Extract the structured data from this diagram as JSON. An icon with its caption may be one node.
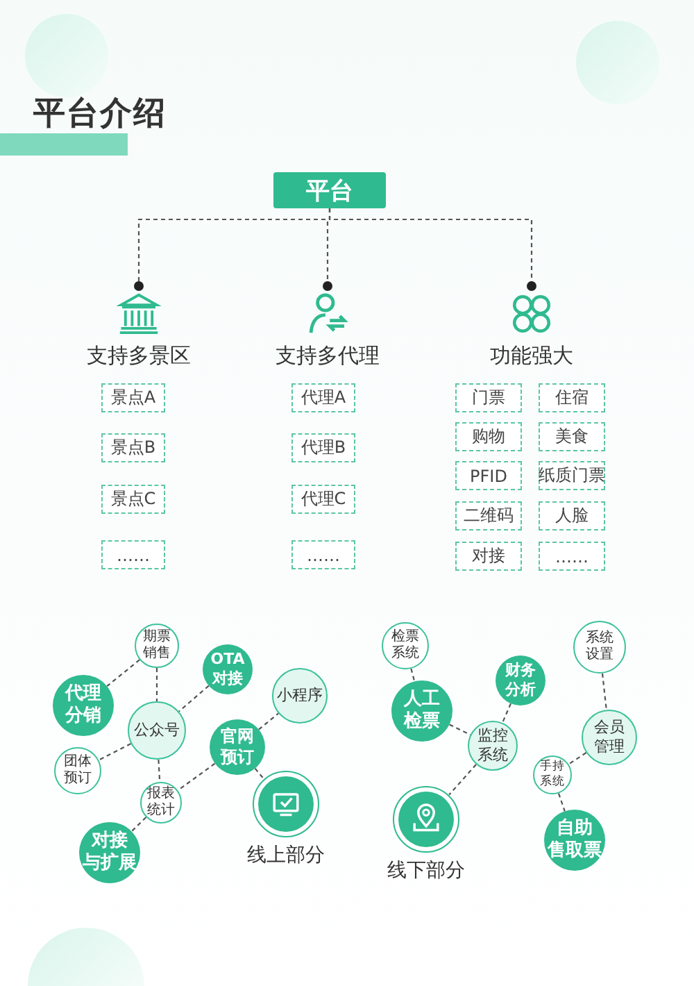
{
  "diagram": {
    "title": "平台介绍",
    "nodes": [
      {
        "text": [
          "平台"
        ]
      },
      {
        "text": [
          "支持多景区"
        ]
      },
      {
        "text": [
          "支持多代理"
        ]
      },
      {
        "text": [
          "功能强大"
        ]
      },
      {
        "text": [
          "景点A"
        ]
      },
      {
        "text": [
          "景点B"
        ]
      },
      {
        "text": [
          "景点C"
        ]
      },
      {
        "text": [
          "……"
        ]
      },
      {
        "text": [
          "代理A"
        ]
      },
      {
        "text": [
          "代理B"
        ]
      },
      {
        "text": [
          "代理C"
        ]
      },
      {
        "text": [
          "……"
        ]
      },
      {
        "text": [
          "门票"
        ]
      },
      {
        "text": [
          "住宿"
        ]
      },
      {
        "text": [
          "购物"
        ]
      },
      {
        "text": [
          "美食"
        ]
      },
      {
        "text": [
          "PFID"
        ]
      },
      {
        "text": [
          "纸质门票"
        ]
      },
      {
        "text": [
          "二维码"
        ]
      },
      {
        "text": [
          "人脸"
        ]
      },
      {
        "text": [
          "对接"
        ]
      },
      {
        "text": [
          "……"
        ]
      },
      {
        "text": [
          "期票销售"
        ]
      },
      {
        "text": [
          "代理分销"
        ]
      },
      {
        "text": [
          "OTA对接"
        ]
      },
      {
        "text": [
          "公众号"
        ]
      },
      {
        "text": [
          "小程序"
        ]
      },
      {
        "text": [
          "团体预订"
        ]
      },
      {
        "text": [
          "官网预订"
        ]
      },
      {
        "text": [
          "报表统计"
        ]
      },
      {
        "text": [
          "线上部分"
        ]
      },
      {
        "text": [
          "对接与扩展"
        ]
      },
      {
        "text": [
          "检票系统"
        ]
      },
      {
        "text": [
          "人工检票"
        ]
      },
      {
        "text": [
          "财务分析"
        ]
      },
      {
        "text": [
          "监控系统"
        ]
      },
      {
        "text": [
          "线下部分"
        ]
      },
      {
        "text": [
          "系统设置"
        ]
      },
      {
        "text": [
          "会员管理"
        ]
      },
      {
        "text": [
          "手持系统"
        ]
      },
      {
        "text": [
          "自助售取票"
        ]
      }
    ],
    "edges": [
      {
        "from": 0,
        "to": 1,
        "arrow": "other",
        "style": "dashed"
      },
      {
        "from": 0,
        "to": 2,
        "arrow": "other",
        "style": "dashed"
      },
      {
        "from": 0,
        "to": 3,
        "arrow": "other",
        "style": "dashed"
      },
      {
        "from": 22,
        "to": 23,
        "arrow": "none",
        "style": "dashed"
      },
      {
        "from": 22,
        "to": 25,
        "arrow": "none",
        "style": "dashed"
      },
      {
        "from": 24,
        "to": 25,
        "arrow": "none",
        "style": "dashed"
      },
      {
        "from": 25,
        "to": 27,
        "arrow": "none",
        "style": "dashed"
      },
      {
        "from": 25,
        "to": 29,
        "arrow": "none",
        "style": "dashed"
      },
      {
        "from": 28,
        "to": 26,
        "arrow": "none",
        "style": "dashed"
      },
      {
        "from": 28,
        "to": 29,
        "arrow": "none",
        "style": "dashed"
      },
      {
        "from": 28,
        "to": 30,
        "arrow": "none",
        "style": "dashed"
      },
      {
        "from": 29,
        "to": 31,
        "arrow": "none",
        "style": "dashed"
      },
      {
        "from": 32,
        "to": 33,
        "arrow": "none",
        "style": "dashed"
      },
      {
        "from": 33,
        "to": 35,
        "arrow": "none",
        "style": "dashed"
      },
      {
        "from": 34,
        "to": 35,
        "arrow": "none",
        "style": "dashed"
      },
      {
        "from": 35,
        "to": 36,
        "arrow": "none",
        "style": "dashed"
      },
      {
        "from": 37,
        "to": 38,
        "arrow": "none",
        "style": "dashed"
      },
      {
        "from": 38,
        "to": 39,
        "arrow": "none",
        "style": "dashed"
      },
      {
        "from": 39,
        "to": 40,
        "arrow": "none",
        "style": "dashed"
      }
    ]
  }
}
